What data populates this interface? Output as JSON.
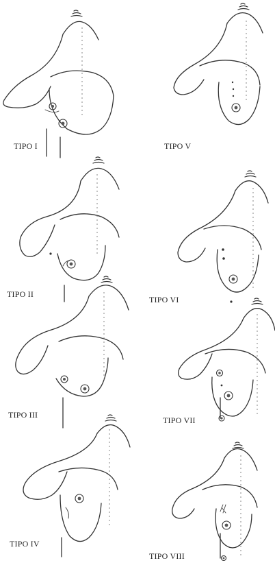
{
  "figures": [
    {
      "id": "tipo-1",
      "label": "TIPO I"
    },
    {
      "id": "tipo-2",
      "label": "TIPO II"
    },
    {
      "id": "tipo-3",
      "label": "TIPO III"
    },
    {
      "id": "tipo-4",
      "label": "TIPO IV"
    },
    {
      "id": "tipo-5",
      "label": "TIPO V"
    },
    {
      "id": "tipo-6",
      "label": "TIPO VI"
    },
    {
      "id": "tipo-7",
      "label": "TIPO VII"
    },
    {
      "id": "tipo-8",
      "label": "TIPO VIII"
    }
  ],
  "colors": {
    "ink": "#333333",
    "background": "#ffffff"
  }
}
